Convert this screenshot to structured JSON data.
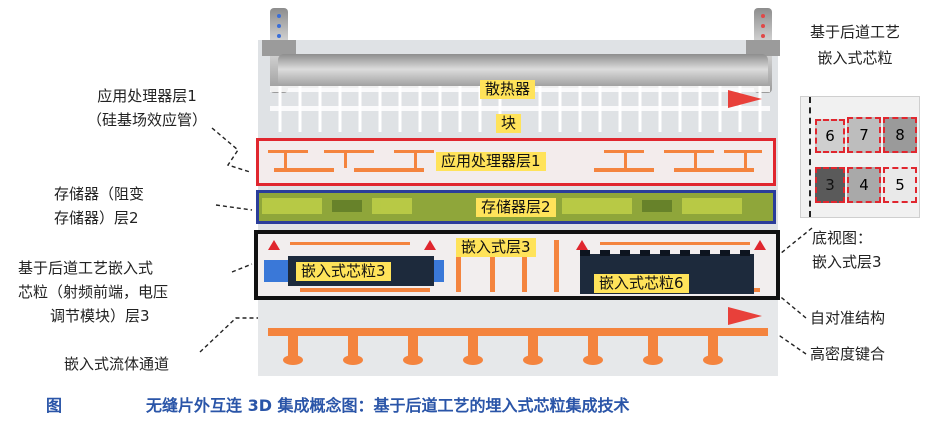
{
  "left_labels": {
    "app_layer": [
      "应用处理器层1",
      "（硅基场效应管）"
    ],
    "memory_layer": [
      "存储器（阻变",
      "存储器）层2"
    ],
    "embedded_layer": [
      "基于后道工艺嵌入式",
      "芯粒（射频前端，电压",
      "调节模块）层3"
    ],
    "fluid_channel": "嵌入式流体通道"
  },
  "center_labels": {
    "heatsink": "散热器",
    "block": "块",
    "app_layer": "应用处理器层1",
    "memory_layer": "存储器层2",
    "embedded_layer": "嵌入式层3",
    "chiplet_3": "嵌入式芯粒3",
    "chiplet_6": "嵌入式芯粒6"
  },
  "right_panel": {
    "title": [
      "基于后道工艺",
      "嵌入式芯粒"
    ],
    "cells": [
      "6",
      "7",
      "8",
      "3",
      "4",
      "5"
    ],
    "bottom_caption": [
      "底视图：",
      "嵌入式层3"
    ]
  },
  "right_labels": {
    "self_align": "自对准结构",
    "hd_bonding": "高密度键合"
  },
  "caption": {
    "figure_word": "图",
    "text": "无缝片外互连 3D 集成概念图：基于后道工艺的埋入式芯粒集成技术"
  },
  "colors": {
    "app_border": "#e0262e",
    "memory_border": "#2a3d9a",
    "embedded_border": "#111111",
    "copper": "#f4843e",
    "memory_fill": "#8fa63a",
    "chiplet_fill": "#1d2a3c",
    "caption_blue": "#2a55a8",
    "label_yellow": "#ffe35a"
  }
}
